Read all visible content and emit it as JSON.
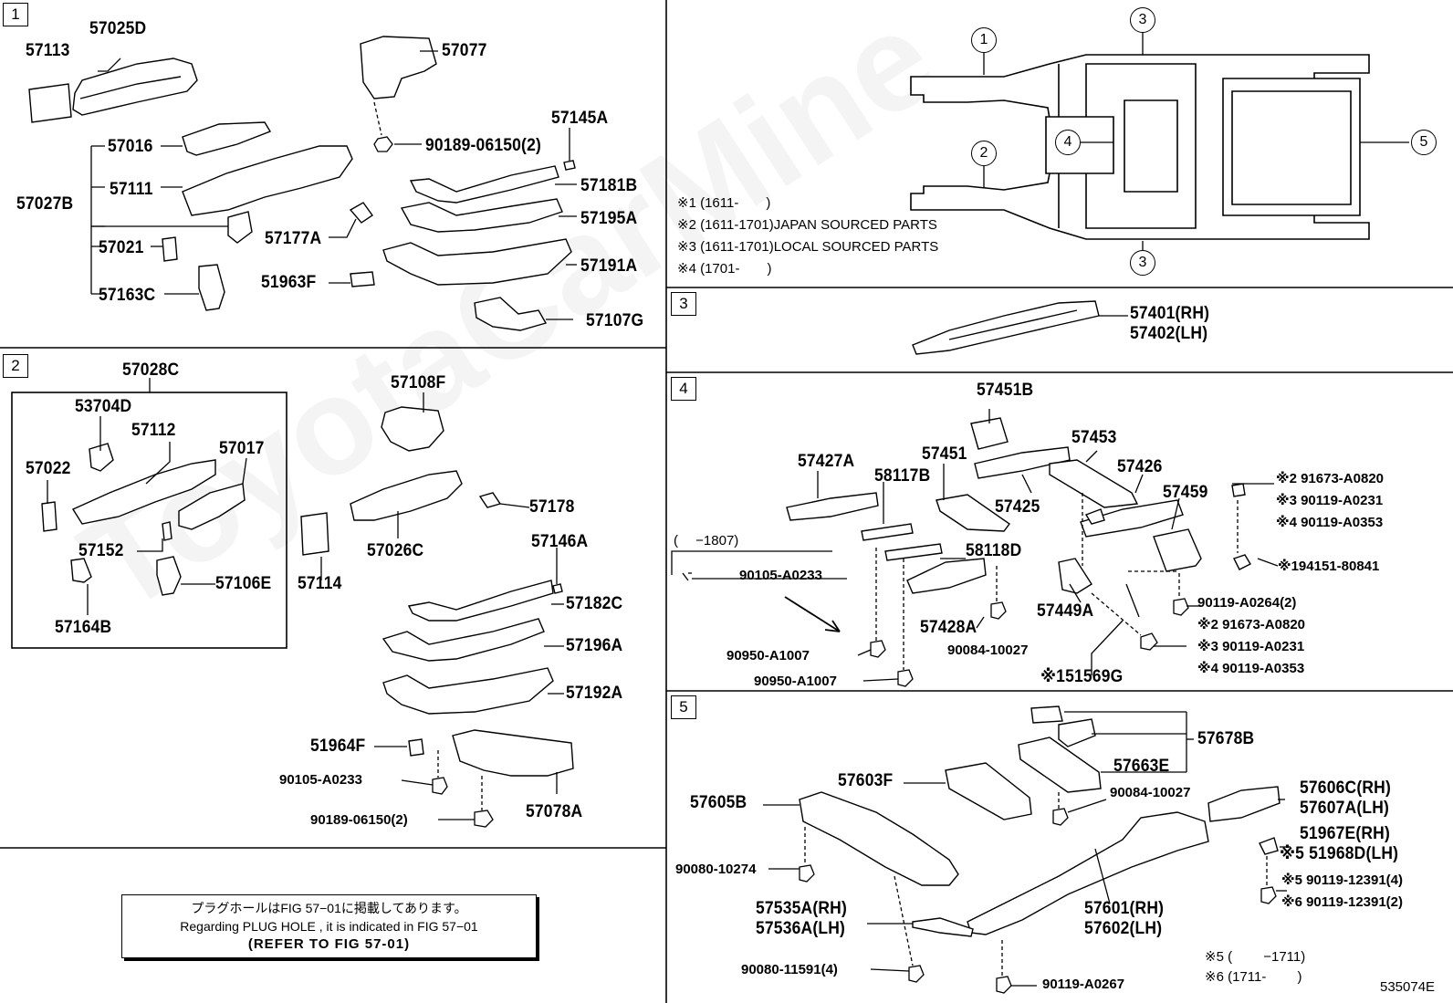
{
  "sections": {
    "s1": "1",
    "s2": "2",
    "s3": "3",
    "s4": "4",
    "s5": "5"
  },
  "index_map": {
    "c1": "1",
    "c2": "2",
    "c3_top": "3",
    "c3_bot": "3",
    "c4": "4",
    "c5": "5",
    "notes": [
      "※1 (1611-　　)",
      "※2 (1611-1701)JAPAN SOURCED PARTS",
      "※3 (1611-1701)LOCAL SOURCED PARTS",
      "※4 (1701-　　)"
    ]
  },
  "section1": {
    "p57113": "57113",
    "p57025D": "57025D",
    "p57077": "57077",
    "p57016": "57016",
    "p57027B": "57027B",
    "p57111": "57111",
    "p90189": "90189-06150(2)",
    "p57145A": "57145A",
    "p57181B": "57181B",
    "p57195A": "57195A",
    "p57177A": "57177A",
    "p57021": "57021",
    "p57191A": "57191A",
    "p51963F": "51963F",
    "p57163C": "57163C",
    "p57107G": "57107G"
  },
  "section2": {
    "p57028C": "57028C",
    "p57108F": "57108F",
    "p53704D": "53704D",
    "p57112": "57112",
    "p57017": "57017",
    "p57022": "57022",
    "p57152": "57152",
    "p57106E": "57106E",
    "p57164B": "57164B",
    "p57178": "57178",
    "p57026C": "57026C",
    "p57114": "57114",
    "p57146A": "57146A",
    "p57182C": "57182C",
    "p57196A": "57196A",
    "p57192A": "57192A",
    "p51964F": "51964F",
    "p90105": "90105-A0233",
    "p90189b": "90189-06150(2)",
    "p57078A": "57078A"
  },
  "plug_note": {
    "jp": "プラグホールはFIG 57−01に掲載してあります。",
    "en": "Regarding PLUG HOLE , it is indicated in FIG 57−01",
    "ref": "(REFER TO FIG 57-01)"
  },
  "section3": {
    "rh": "57401(RH)",
    "lh": "57402(LH)"
  },
  "section4": {
    "p57451B": "57451B",
    "p57453": "57453",
    "p57427A": "57427A",
    "p57451": "57451",
    "p58117B": "58117B",
    "p57426": "57426",
    "p57425": "57425",
    "p57459": "57459",
    "n2a": "※2 91673-A0820",
    "n3a": "※3 90119-A0231",
    "n4a": "※4 90119-A0353",
    "range": "(　 −1807)",
    "p90105": "90105-A0233",
    "p58118D": "58118D",
    "p194151": "※194151-80841",
    "p57428A": "57428A",
    "p57449A": "57449A",
    "p90119_0264": "90119-A0264(2)",
    "n2b": "※2 91673-A0820",
    "p90950a": "90950-A1007",
    "p90084": "90084-10027",
    "n3b": "※3 90119-A0231",
    "p90950b": "90950-A1007",
    "p51569G": "※151569G",
    "n4b": "※4 90119-A0353"
  },
  "section5": {
    "p57678B": "57678B",
    "p57663E": "57663E",
    "p57603F": "57603F",
    "p57605B": "57605B",
    "p90084": "90084-10027",
    "p57606C": "57606C(RH)",
    "p57607A": "57607A(LH)",
    "p51967E": "51967E(RH)",
    "p51968D": "※5 51968D(LH)",
    "p90080_10274": "90080-10274",
    "n5": "※5 90119-12391(4)",
    "n6": "※6 90119-12391(2)",
    "p57535A": "57535A(RH)",
    "p57536A": "57536A(LH)",
    "p57601": "57601(RH)",
    "p57602": "57602(LH)",
    "p90080_11591": "90080-11591(4)",
    "p90119_0267": "90119-A0267",
    "r5": "※5 (　　 −1711)",
    "r6": "※6 (1711-　　 )"
  },
  "figure_id": "535074E",
  "watermark": "ToyotaCarMine"
}
